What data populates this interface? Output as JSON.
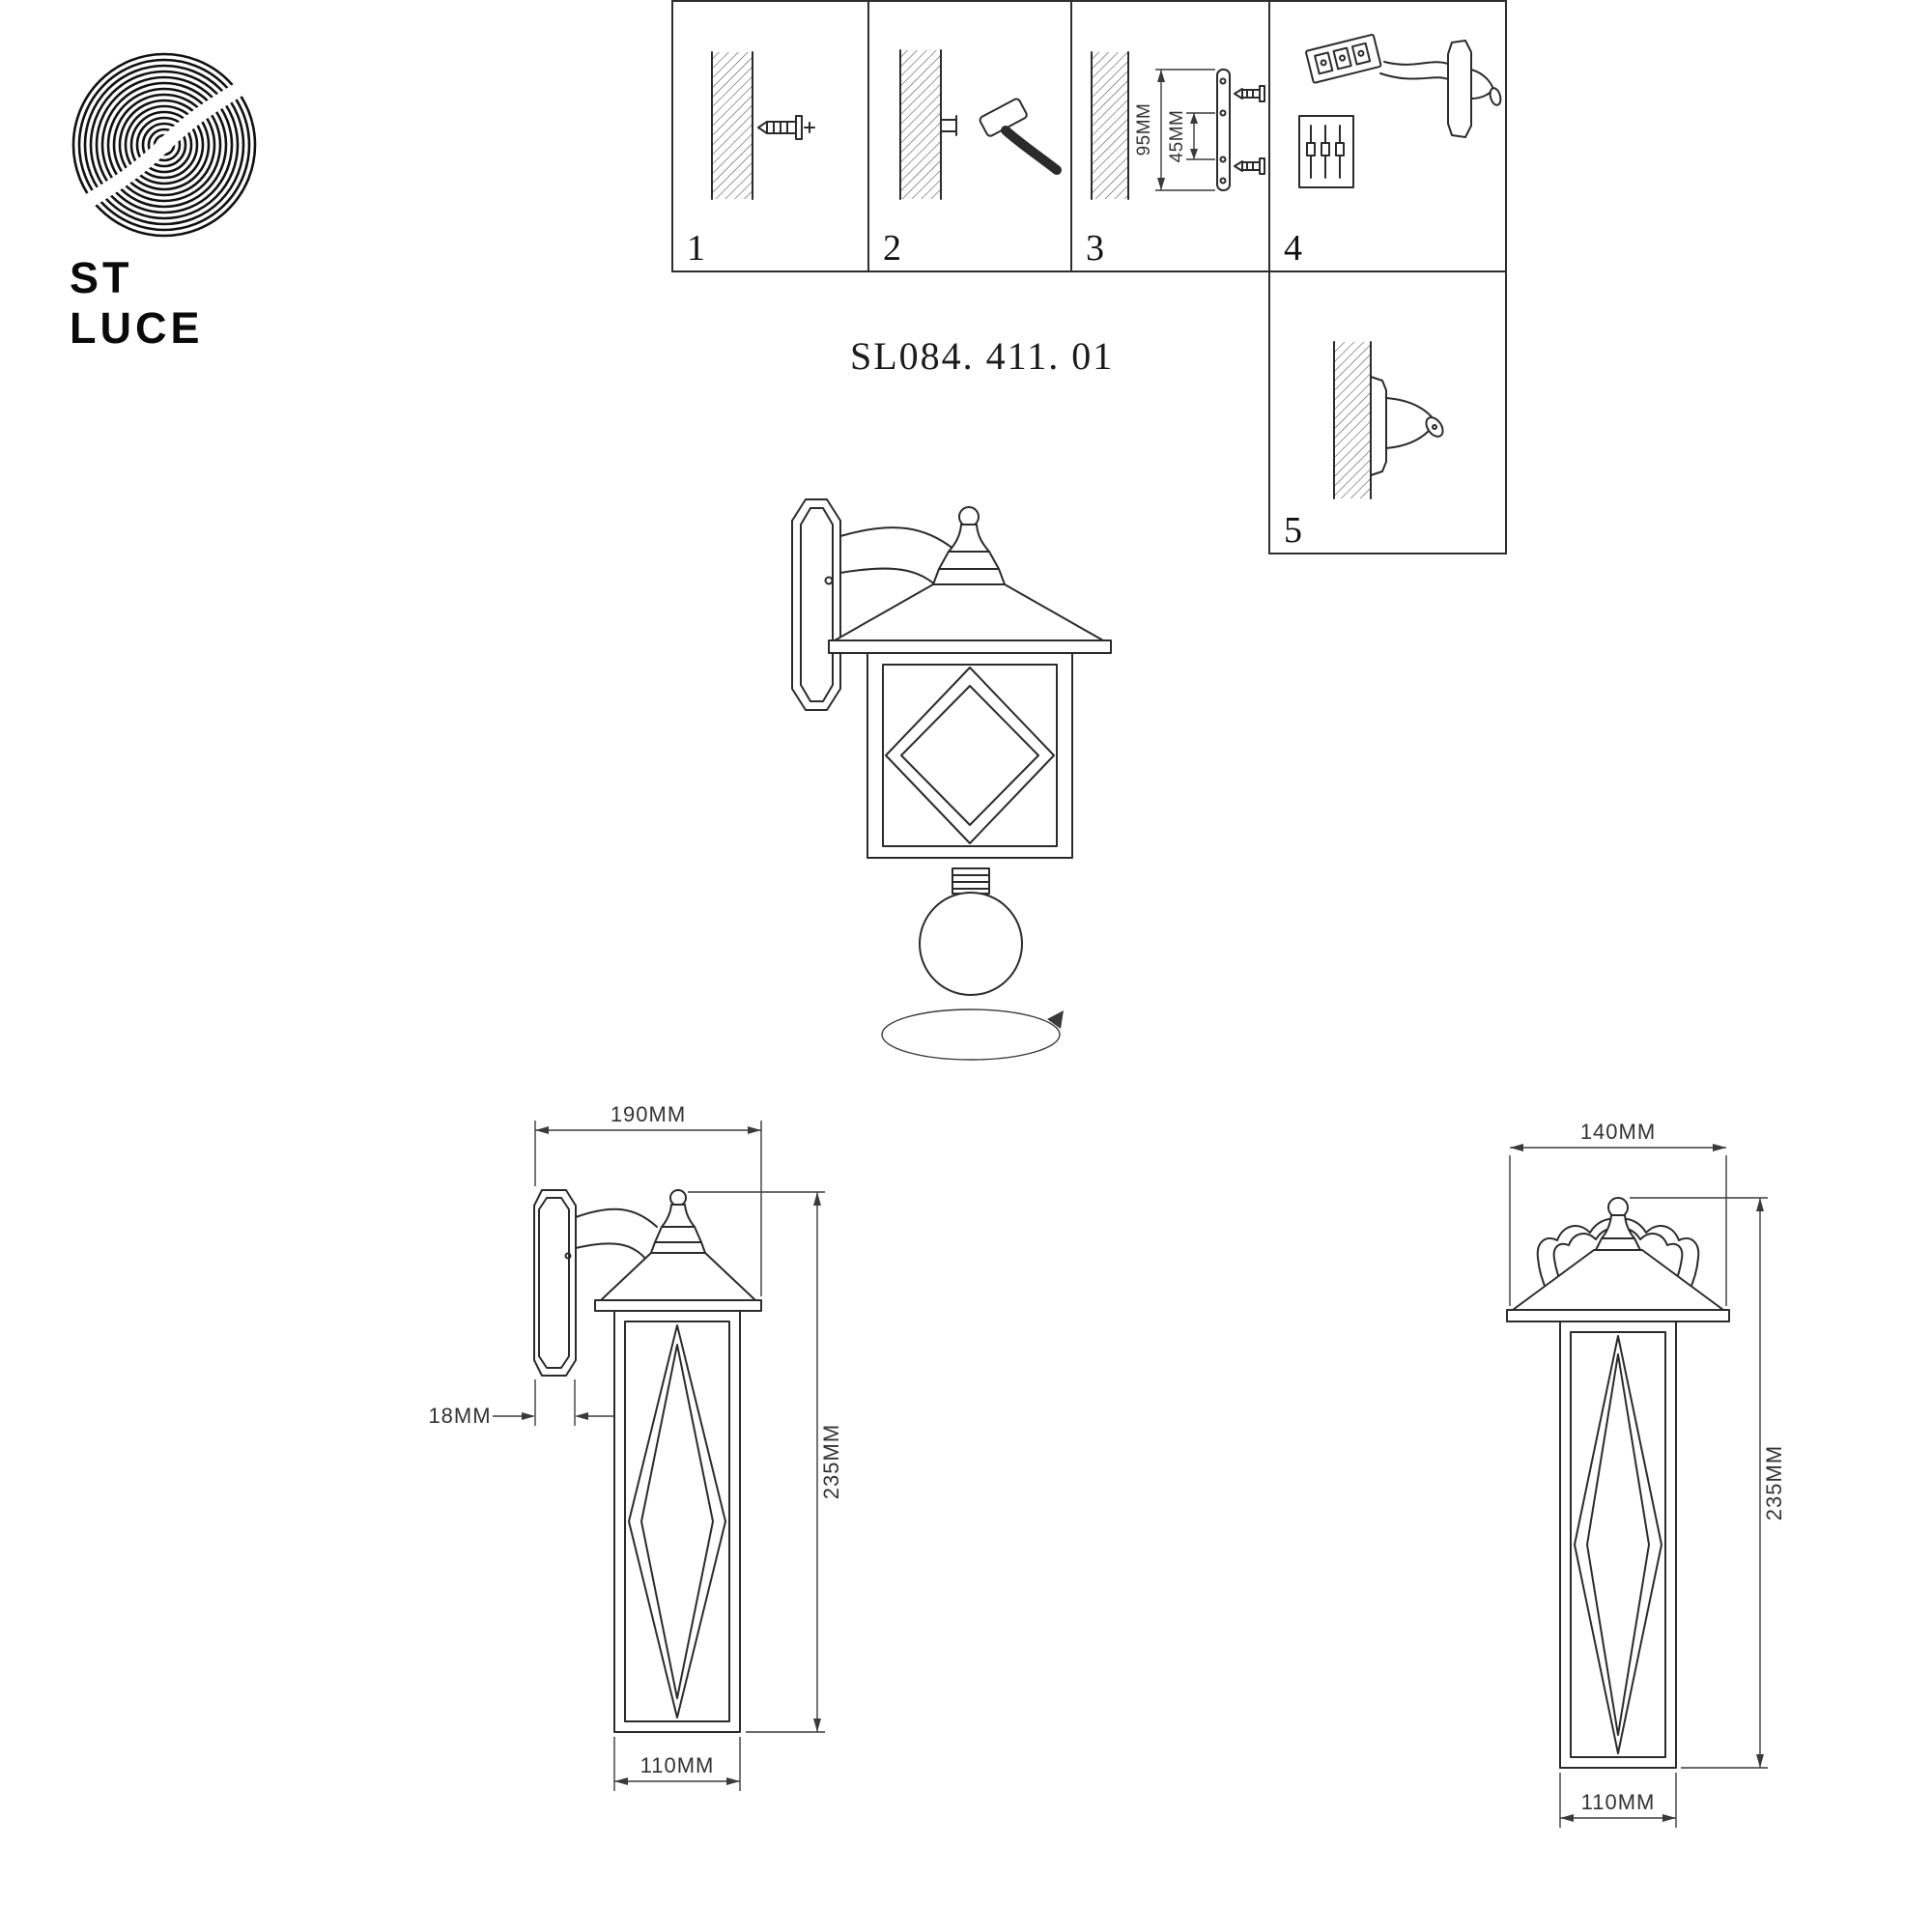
{
  "brand": {
    "name": "ST LUCE"
  },
  "model": "SL084. 411. 01",
  "steps": {
    "s1": "1",
    "s2": "2",
    "s3": "3",
    "s4": "4",
    "s5": "5"
  },
  "dims": {
    "step3_height": "95MM",
    "step3_offset": "45MM",
    "side_width": "190MM",
    "side_plate": "18MM",
    "side_height": "235MM",
    "side_body": "110MM",
    "front_width": "140MM",
    "front_height": "235MM",
    "front_body": "110MM"
  }
}
